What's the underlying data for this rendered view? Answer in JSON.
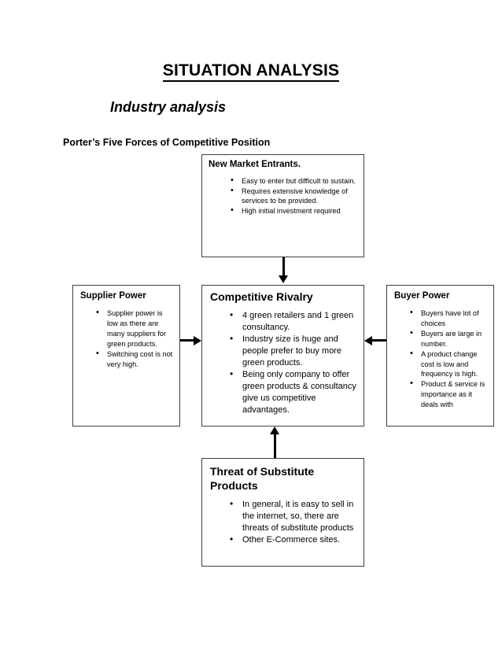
{
  "document": {
    "title": "SITUATION ANALYSIS",
    "subtitle": "Industry analysis",
    "section_label": "Porter’s Five Forces of Competitive Position"
  },
  "colors": {
    "text": "#000000",
    "box_border": "#3f3f3f",
    "background": "#ffffff",
    "arrow": "#000000"
  },
  "diagram": {
    "type": "porters-five-forces",
    "boxes": [
      {
        "id": "new-market-entrants",
        "title": "New Market Entrants.",
        "position": "top",
        "bullets": [
          "Easy to enter but difficult to sustain.",
          "Requires extensive knowledge of services to be provided.",
          "High initial investment required"
        ]
      },
      {
        "id": "supplier-power",
        "title": "Supplier Power",
        "position": "left",
        "bullets": [
          "Supplier power is low as there are many suppliers for green products.",
          "Switching cost is not very high."
        ]
      },
      {
        "id": "competitive-rivalry",
        "title": "Competitive Rivalry",
        "position": "center",
        "bullets": [
          "4 green retailers and 1 green consultancy.",
          "Industry size is huge and people prefer to buy more green products.",
          "Being only company to offer green products & consultancy give us competitive advantages."
        ]
      },
      {
        "id": "buyer-power",
        "title": "Buyer Power",
        "position": "right",
        "bullets": [
          "Buyers have lot of choices",
          "Buyers are large in number.",
          "A product change cost is low and frequency is high.",
          "Product & service is importance as it deals with"
        ]
      },
      {
        "id": "threat-of-substitute-products",
        "title": "Threat of Substitute Products",
        "position": "bottom",
        "bullets": [
          "In general, it is easy to sell in the internet, so, there are threats of substitute products",
          "Other E-Commerce sites."
        ]
      }
    ],
    "connectors": [
      {
        "id": "entrants-to-rivalry",
        "from": "new-market-entrants",
        "to": "competitive-rivalry",
        "direction": "down"
      },
      {
        "id": "supplier-to-rivalry",
        "from": "supplier-power",
        "to": "competitive-rivalry",
        "direction": "right"
      },
      {
        "id": "buyer-to-rivalry",
        "from": "buyer-power",
        "to": "competitive-rivalry",
        "direction": "left"
      },
      {
        "id": "substitute-to-rivalry",
        "from": "threat-of-substitute-products",
        "to": "competitive-rivalry",
        "direction": "up"
      }
    ]
  }
}
